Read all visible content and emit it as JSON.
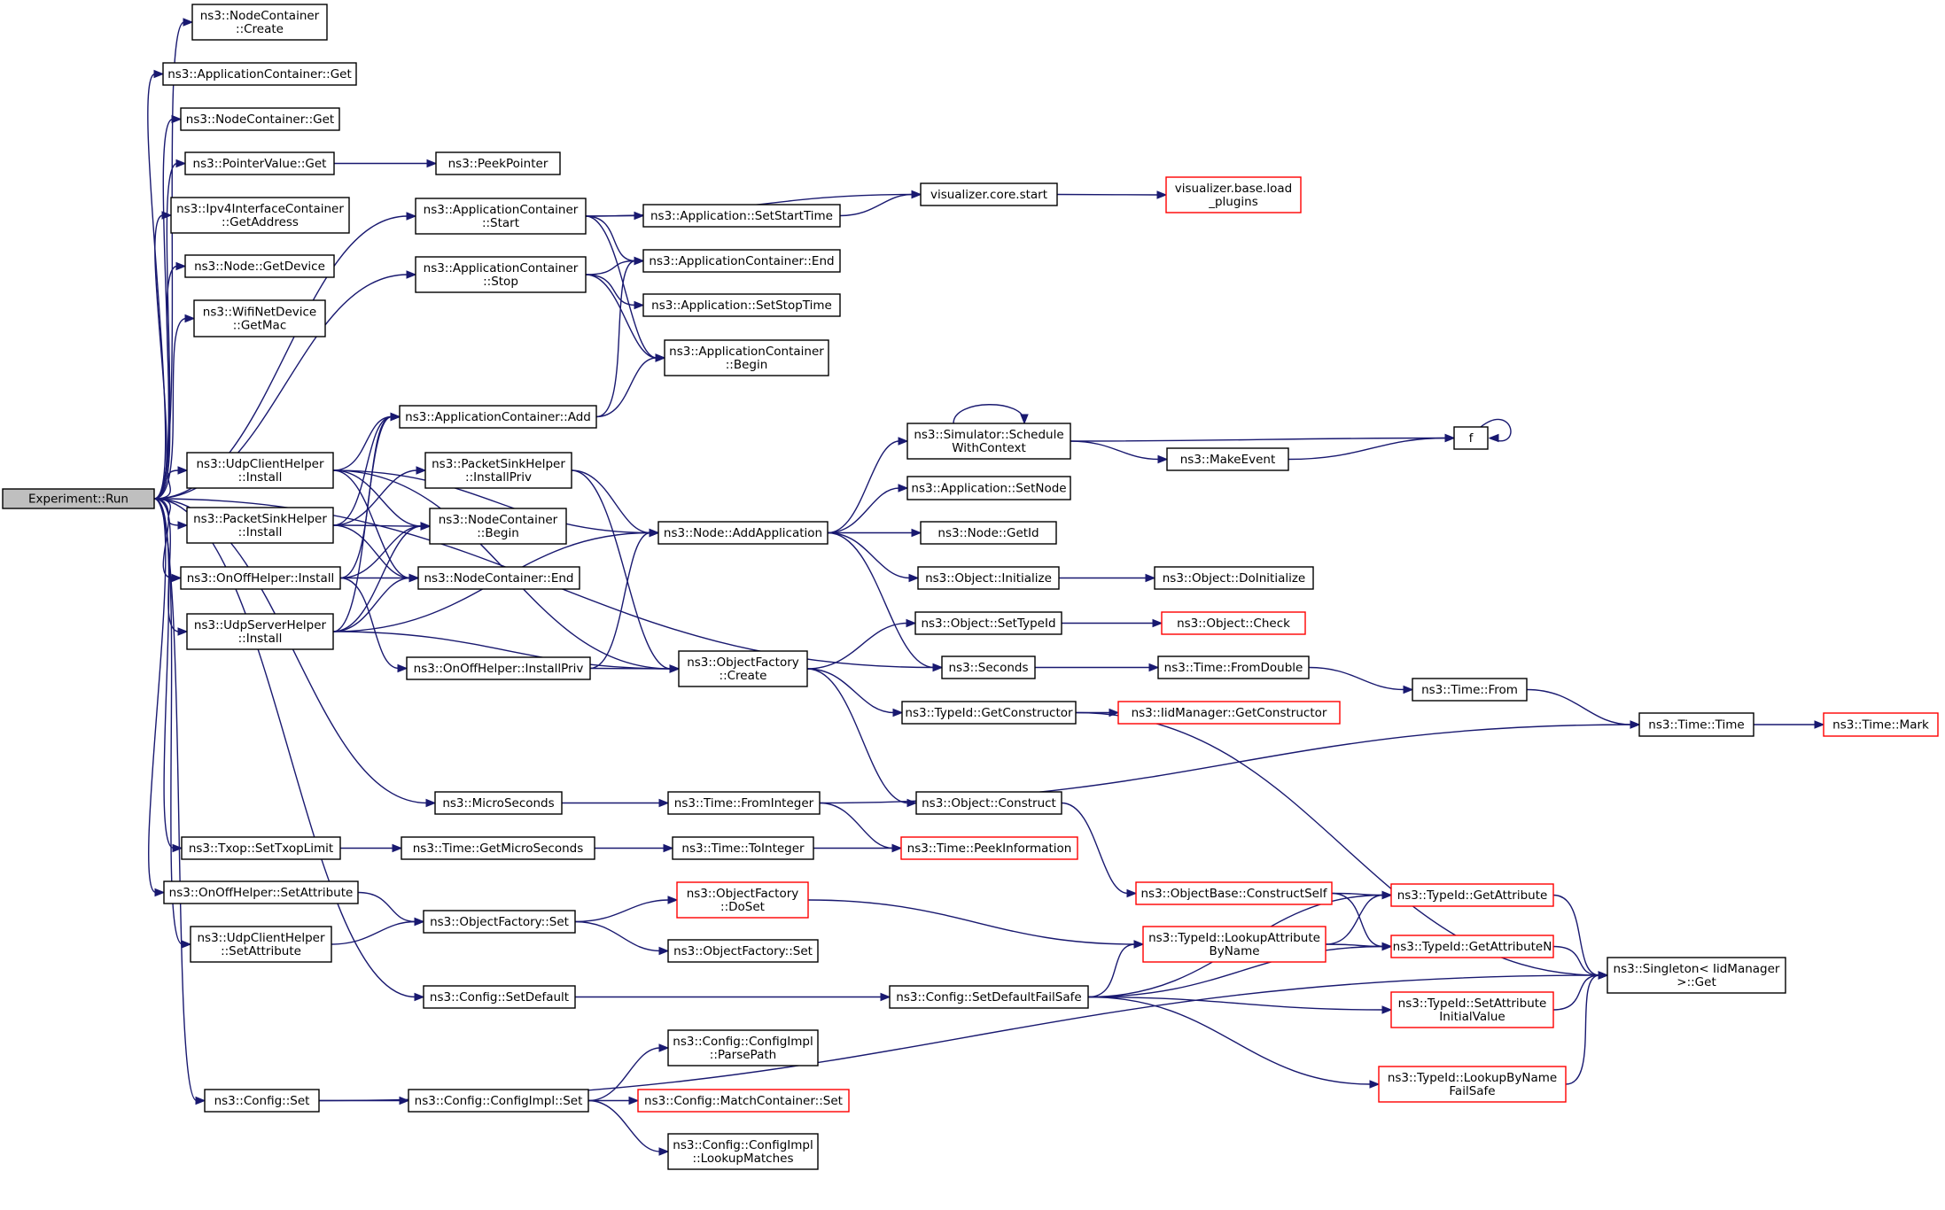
{
  "diagram": {
    "type": "call-graph",
    "colors": {
      "edge": "#191970",
      "box_border": "#000000",
      "truncated_border": "#ff0000",
      "root_fill": "#bfbfbf"
    },
    "nodes": [
      {
        "id": "run",
        "lines": [
          "Experiment::Run"
        ]
      },
      {
        "id": "nc_create",
        "lines": [
          "ns3::NodeContainer",
          "::Create"
        ]
      },
      {
        "id": "ac_get",
        "lines": [
          "ns3::ApplicationContainer::Get"
        ]
      },
      {
        "id": "nc_get",
        "lines": [
          "ns3::NodeContainer::Get"
        ]
      },
      {
        "id": "pv_get",
        "lines": [
          "ns3::PointerValue::Get"
        ]
      },
      {
        "id": "peekpointer",
        "lines": [
          "ns3::PeekPointer"
        ]
      },
      {
        "id": "ipv4_getaddr",
        "lines": [
          "ns3::Ipv4InterfaceContainer",
          "::GetAddress"
        ]
      },
      {
        "id": "node_getdevice",
        "lines": [
          "ns3::Node::GetDevice"
        ]
      },
      {
        "id": "wifi_getmac",
        "lines": [
          "ns3::WifiNetDevice",
          "::GetMac"
        ]
      },
      {
        "id": "ac_start",
        "lines": [
          "ns3::ApplicationContainer",
          "::Start"
        ]
      },
      {
        "id": "ac_stop",
        "lines": [
          "ns3::ApplicationContainer",
          "::Stop"
        ]
      },
      {
        "id": "app_setstart",
        "lines": [
          "ns3::Application::SetStartTime"
        ]
      },
      {
        "id": "ac_end",
        "lines": [
          "ns3::ApplicationContainer::End"
        ]
      },
      {
        "id": "app_setstop",
        "lines": [
          "ns3::Application::SetStopTime"
        ]
      },
      {
        "id": "ac_begin",
        "lines": [
          "ns3::ApplicationContainer",
          "::Begin"
        ]
      },
      {
        "id": "vis_start",
        "lines": [
          "visualizer.core.start"
        ]
      },
      {
        "id": "vis_load",
        "lines": [
          "visualizer.base.load",
          "_plugins"
        ],
        "red": true
      },
      {
        "id": "ac_add",
        "lines": [
          "ns3::ApplicationContainer::Add"
        ]
      },
      {
        "id": "udpc_install",
        "lines": [
          "ns3::UdpClientHelper",
          "::Install"
        ]
      },
      {
        "id": "psh_installpriv",
        "lines": [
          "ns3::PacketSinkHelper",
          "::InstallPriv"
        ]
      },
      {
        "id": "psh_install",
        "lines": [
          "ns3::PacketSinkHelper",
          "::Install"
        ]
      },
      {
        "id": "nc_begin",
        "lines": [
          "ns3::NodeContainer",
          "::Begin"
        ]
      },
      {
        "id": "onoff_install",
        "lines": [
          "ns3::OnOffHelper::Install"
        ]
      },
      {
        "id": "nc_end",
        "lines": [
          "ns3::NodeContainer::End"
        ]
      },
      {
        "id": "udps_install",
        "lines": [
          "ns3::UdpServerHelper",
          "::Install"
        ]
      },
      {
        "id": "onoff_installpriv",
        "lines": [
          "ns3::OnOffHelper::InstallPriv"
        ]
      },
      {
        "id": "node_addapp",
        "lines": [
          "ns3::Node::AddApplication"
        ]
      },
      {
        "id": "of_create",
        "lines": [
          "ns3::ObjectFactory",
          "::Create"
        ]
      },
      {
        "id": "sim_schedule",
        "lines": [
          "ns3::Simulator::Schedule",
          "WithContext"
        ]
      },
      {
        "id": "makeevent",
        "lines": [
          "ns3::MakeEvent"
        ]
      },
      {
        "id": "f",
        "lines": [
          "f"
        ]
      },
      {
        "id": "app_setnode",
        "lines": [
          "ns3::Application::SetNode"
        ]
      },
      {
        "id": "node_getid",
        "lines": [
          "ns3::Node::GetId"
        ]
      },
      {
        "id": "obj_init",
        "lines": [
          "ns3::Object::Initialize"
        ]
      },
      {
        "id": "obj_doinit",
        "lines": [
          "ns3::Object::DoInitialize"
        ]
      },
      {
        "id": "obj_settypeid",
        "lines": [
          "ns3::Object::SetTypeId"
        ]
      },
      {
        "id": "obj_check",
        "lines": [
          "ns3::Object::Check"
        ],
        "red": true
      },
      {
        "id": "seconds",
        "lines": [
          "ns3::Seconds"
        ]
      },
      {
        "id": "time_fromdouble",
        "lines": [
          "ns3::Time::FromDouble"
        ]
      },
      {
        "id": "time_from",
        "lines": [
          "ns3::Time::From"
        ]
      },
      {
        "id": "typeid_getctor",
        "lines": [
          "ns3::TypeId::GetConstructor"
        ]
      },
      {
        "id": "iid_getctor",
        "lines": [
          "ns3::IidManager::GetConstructor"
        ],
        "red": true
      },
      {
        "id": "time_time",
        "lines": [
          "ns3::Time::Time"
        ]
      },
      {
        "id": "time_mark",
        "lines": [
          "ns3::Time::Mark"
        ],
        "red": true
      },
      {
        "id": "microseconds",
        "lines": [
          "ns3::MicroSeconds"
        ]
      },
      {
        "id": "time_fromint",
        "lines": [
          "ns3::Time::FromInteger"
        ]
      },
      {
        "id": "obj_construct",
        "lines": [
          "ns3::Object::Construct"
        ]
      },
      {
        "id": "txop_set",
        "lines": [
          "ns3::Txop::SetTxopLimit"
        ]
      },
      {
        "id": "time_getmicro",
        "lines": [
          "ns3::Time::GetMicroSeconds"
        ]
      },
      {
        "id": "time_toint",
        "lines": [
          "ns3::Time::ToInteger"
        ]
      },
      {
        "id": "time_peekinfo",
        "lines": [
          "ns3::Time::PeekInformation"
        ],
        "red": true
      },
      {
        "id": "onoff_setattr",
        "lines": [
          "ns3::OnOffHelper::SetAttribute"
        ]
      },
      {
        "id": "objbase_cself",
        "lines": [
          "ns3::ObjectBase::ConstructSelf"
        ],
        "red": true
      },
      {
        "id": "typeid_getattr",
        "lines": [
          "ns3::TypeId::GetAttribute"
        ],
        "red": true
      },
      {
        "id": "of_doset",
        "lines": [
          "ns3::ObjectFactory",
          "::DoSet"
        ],
        "red": true
      },
      {
        "id": "of_set",
        "lines": [
          "ns3::ObjectFactory::Set"
        ]
      },
      {
        "id": "udpc_setattr",
        "lines": [
          "ns3::UdpClientHelper",
          "::SetAttribute"
        ]
      },
      {
        "id": "typeid_lookupattr",
        "lines": [
          "ns3::TypeId::LookupAttribute",
          "ByName"
        ],
        "red": true
      },
      {
        "id": "typeid_getattrn",
        "lines": [
          "ns3::TypeId::GetAttributeN"
        ],
        "red": true
      },
      {
        "id": "of_set2",
        "lines": [
          "ns3::ObjectFactory::Set"
        ]
      },
      {
        "id": "singleton_get",
        "lines": [
          "ns3::Singleton< IidManager",
          ">::Get"
        ]
      },
      {
        "id": "cfg_setdefault",
        "lines": [
          "ns3::Config::SetDefault"
        ]
      },
      {
        "id": "cfg_setdefaultfs",
        "lines": [
          "ns3::Config::SetDefaultFailSafe"
        ]
      },
      {
        "id": "typeid_setattrinit",
        "lines": [
          "ns3::TypeId::SetAttribute",
          "InitialValue"
        ],
        "red": true
      },
      {
        "id": "cfgimpl_parse",
        "lines": [
          "ns3::Config::ConfigImpl",
          "::ParsePath"
        ]
      },
      {
        "id": "typeid_lookupname",
        "lines": [
          "ns3::TypeId::LookupByName",
          "FailSafe"
        ],
        "red": true
      },
      {
        "id": "cfg_set",
        "lines": [
          "ns3::Config::Set"
        ]
      },
      {
        "id": "cfgimpl_set",
        "lines": [
          "ns3::Config::ConfigImpl::Set"
        ]
      },
      {
        "id": "matchcont_set",
        "lines": [
          "ns3::Config::MatchContainer::Set"
        ],
        "red": true
      },
      {
        "id": "cfgimpl_lookup",
        "lines": [
          "ns3::Config::ConfigImpl",
          "::LookupMatches"
        ]
      }
    ],
    "edges": [
      [
        "run",
        "nc_create"
      ],
      [
        "run",
        "ac_get"
      ],
      [
        "run",
        "nc_get"
      ],
      [
        "run",
        "pv_get"
      ],
      [
        "run",
        "ipv4_getaddr"
      ],
      [
        "run",
        "node_getdevice"
      ],
      [
        "run",
        "wifi_getmac"
      ],
      [
        "run",
        "ac_start"
      ],
      [
        "run",
        "ac_stop"
      ],
      [
        "run",
        "udpc_install"
      ],
      [
        "run",
        "psh_install"
      ],
      [
        "run",
        "onoff_install"
      ],
      [
        "run",
        "udps_install"
      ],
      [
        "run",
        "seconds"
      ],
      [
        "run",
        "microseconds"
      ],
      [
        "run",
        "txop_set"
      ],
      [
        "run",
        "onoff_setattr"
      ],
      [
        "run",
        "udpc_setattr"
      ],
      [
        "run",
        "cfg_setdefault"
      ],
      [
        "run",
        "cfg_set"
      ],
      [
        "pv_get",
        "peekpointer"
      ],
      [
        "ac_start",
        "vis_start"
      ],
      [
        "ac_start",
        "app_setstart"
      ],
      [
        "ac_start",
        "ac_end"
      ],
      [
        "ac_start",
        "ac_begin"
      ],
      [
        "ac_stop",
        "ac_end"
      ],
      [
        "ac_stop",
        "app_setstop"
      ],
      [
        "ac_stop",
        "ac_begin"
      ],
      [
        "app_setstart",
        "vis_start"
      ],
      [
        "vis_start",
        "vis_load"
      ],
      [
        "ac_add",
        "ac_end"
      ],
      [
        "ac_add",
        "ac_begin"
      ],
      [
        "udpc_install",
        "ac_add"
      ],
      [
        "udpc_install",
        "nc_begin"
      ],
      [
        "udpc_install",
        "nc_end"
      ],
      [
        "udpc_install",
        "node_addapp"
      ],
      [
        "udpc_install",
        "of_create"
      ],
      [
        "psh_install",
        "psh_installpriv"
      ],
      [
        "psh_install",
        "ac_add"
      ],
      [
        "psh_install",
        "nc_begin"
      ],
      [
        "psh_install",
        "nc_end"
      ],
      [
        "psh_installpriv",
        "node_addapp"
      ],
      [
        "psh_installpriv",
        "of_create"
      ],
      [
        "onoff_install",
        "ac_add"
      ],
      [
        "onoff_install",
        "nc_begin"
      ],
      [
        "onoff_install",
        "nc_end"
      ],
      [
        "onoff_install",
        "onoff_installpriv"
      ],
      [
        "onoff_installpriv",
        "of_create"
      ],
      [
        "onoff_installpriv",
        "node_addapp"
      ],
      [
        "udps_install",
        "ac_add"
      ],
      [
        "udps_install",
        "nc_begin"
      ],
      [
        "udps_install",
        "nc_end"
      ],
      [
        "udps_install",
        "node_addapp"
      ],
      [
        "udps_install",
        "of_create"
      ],
      [
        "node_addapp",
        "sim_schedule"
      ],
      [
        "node_addapp",
        "app_setnode"
      ],
      [
        "node_addapp",
        "node_getid"
      ],
      [
        "node_addapp",
        "obj_init"
      ],
      [
        "node_addapp",
        "seconds"
      ],
      [
        "sim_schedule",
        "sim_schedule"
      ],
      [
        "sim_schedule",
        "makeevent"
      ],
      [
        "sim_schedule",
        "f"
      ],
      [
        "makeevent",
        "f"
      ],
      [
        "f",
        "f"
      ],
      [
        "obj_init",
        "obj_doinit"
      ],
      [
        "of_create",
        "obj_settypeid"
      ],
      [
        "of_create",
        "typeid_getctor"
      ],
      [
        "of_create",
        "obj_construct"
      ],
      [
        "obj_settypeid",
        "obj_check"
      ],
      [
        "seconds",
        "time_fromdouble"
      ],
      [
        "time_fromdouble",
        "time_from"
      ],
      [
        "time_from",
        "time_time"
      ],
      [
        "time_time",
        "time_mark"
      ],
      [
        "typeid_getctor",
        "iid_getctor"
      ],
      [
        "typeid_getctor",
        "singleton_get"
      ],
      [
        "microseconds",
        "time_fromint"
      ],
      [
        "time_fromint",
        "time_time"
      ],
      [
        "time_fromint",
        "time_peekinfo"
      ],
      [
        "obj_construct",
        "objbase_cself"
      ],
      [
        "txop_set",
        "time_getmicro"
      ],
      [
        "time_getmicro",
        "time_toint"
      ],
      [
        "time_toint",
        "time_peekinfo"
      ],
      [
        "onoff_setattr",
        "of_set"
      ],
      [
        "udpc_setattr",
        "of_set"
      ],
      [
        "of_set",
        "of_doset"
      ],
      [
        "of_set",
        "of_set2"
      ],
      [
        "of_doset",
        "typeid_lookupattr"
      ],
      [
        "objbase_cself",
        "typeid_getattr"
      ],
      [
        "objbase_cself",
        "typeid_getattrn"
      ],
      [
        "typeid_lookupattr",
        "typeid_getattr"
      ],
      [
        "typeid_lookupattr",
        "typeid_getattrn"
      ],
      [
        "typeid_getattr",
        "singleton_get"
      ],
      [
        "typeid_getattrn",
        "singleton_get"
      ],
      [
        "cfg_setdefault",
        "cfg_setdefaultfs"
      ],
      [
        "cfg_setdefaultfs",
        "typeid_lookupattr"
      ],
      [
        "cfg_setdefaultfs",
        "typeid_getattrn"
      ],
      [
        "cfg_setdefaultfs",
        "typeid_setattrinit"
      ],
      [
        "cfg_setdefaultfs",
        "typeid_lookupname"
      ],
      [
        "cfg_setdefaultfs",
        "typeid_getattr"
      ],
      [
        "typeid_setattrinit",
        "singleton_get"
      ],
      [
        "typeid_lookupname",
        "singleton_get"
      ],
      [
        "cfg_set",
        "cfgimpl_set"
      ],
      [
        "cfg_set",
        "singleton_get"
      ],
      [
        "cfgimpl_set",
        "cfgimpl_parse"
      ],
      [
        "cfgimpl_set",
        "matchcont_set"
      ],
      [
        "cfgimpl_set",
        "cfgimpl_lookup"
      ]
    ]
  }
}
